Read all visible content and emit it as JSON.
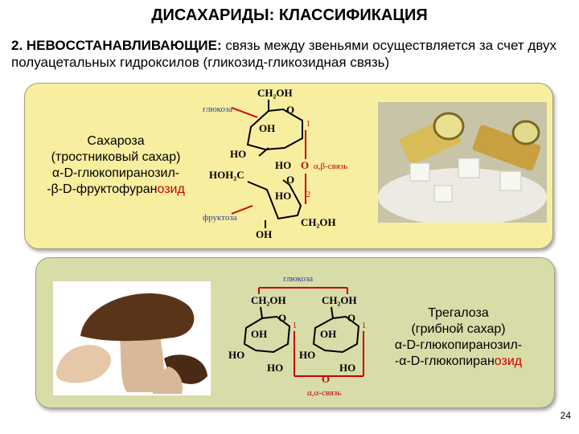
{
  "slide": {
    "title": "ДИСАХАРИДЫ: КЛАССИФИКАЦИЯ",
    "subtitle_bold": "2. НЕВОССТАНАВЛИВАЮЩИЕ:",
    "subtitle_rest": " связь между звеньями осуществляется за счет двух полуацетальных гидроксилов (гликозид-гликозидная связь)",
    "page_number": "24"
  },
  "sucrose": {
    "name": "Сахароза",
    "common": "(тростниковый сахар)",
    "line3": "α-D-глюкопиранозил-",
    "line4_main": "-β-D-фруктофуран",
    "line4_red": "озид",
    "formula": {
      "ch2oh_top": "CH₂OH",
      "glucose": "глюкоза",
      "o_ring": "O",
      "oh": "OH",
      "ho": "HO",
      "ho_o": "HO",
      "o_link": "O",
      "bond": "α,β-связь",
      "one": "1",
      "two": "2",
      "hoh2c": "HOH₂C",
      "o_fr": "O",
      "ho_fr": "HO",
      "fructose": "фруктоза",
      "ch2oh_fr": "CH₂OH",
      "oh_bottom": "OH"
    }
  },
  "trehalose": {
    "name": "Трегалоза",
    "common": "(грибной сахар)",
    "line3": "α-D-глюкопиранозил-",
    "line4_main": "-α-D-глюкопиран",
    "line4_red": "озид",
    "formula": {
      "glucose": "глюкоза",
      "ch2oh_l": "CH₂OH",
      "ch2oh_r": "CH₂OH",
      "o_l": "O",
      "o_r": "O",
      "oh_l": "OH",
      "oh_r": "OH",
      "ho_l": "HO",
      "ho_r": "HO",
      "ho_bl": "HO",
      "ho_br": "HO",
      "one_l": "1",
      "one_r": "1",
      "o_link": "O",
      "bond": "α,α-связь"
    }
  },
  "colors": {
    "panel1": "#f8eea0",
    "panel2": "#d8dca8",
    "red": "#cc0000",
    "blue": "#3040a0"
  }
}
